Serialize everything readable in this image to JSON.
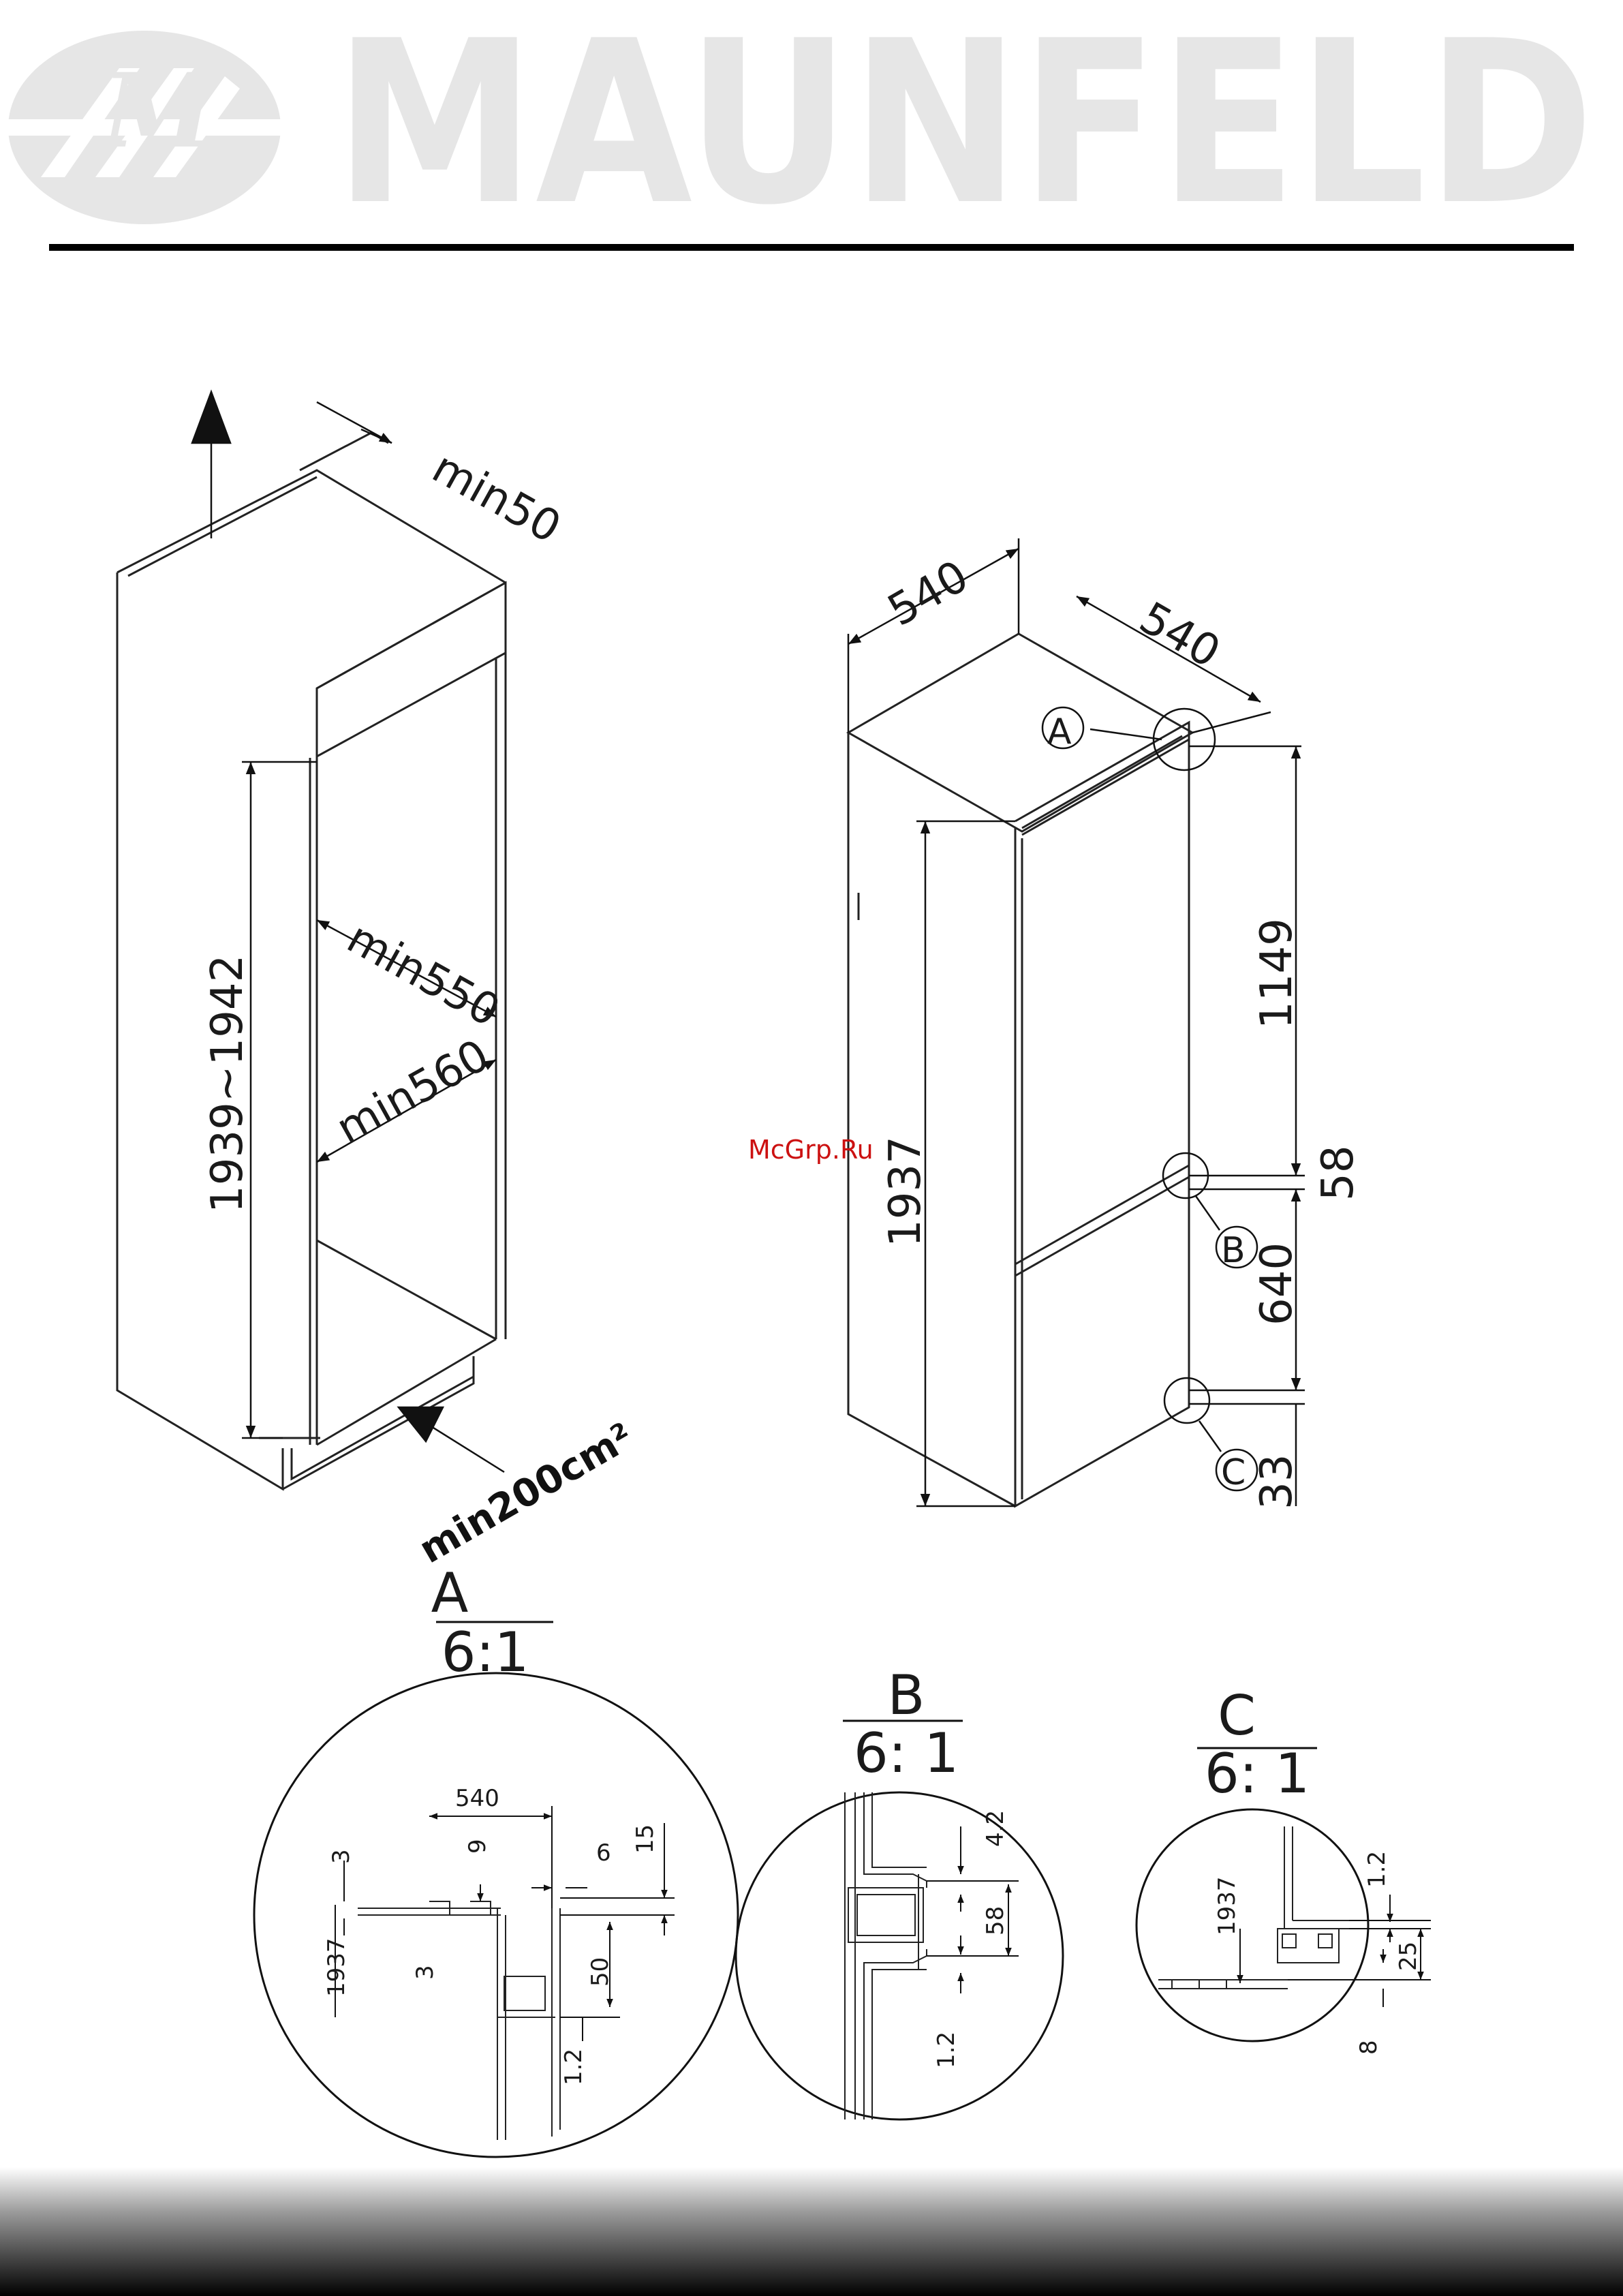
{
  "brand": {
    "name": "MAUNFELD",
    "logo_letters": "M"
  },
  "watermark": "McGrp.Ru",
  "niche": {
    "top_clearance": "min50",
    "depth_inner": "min550",
    "width": "min560",
    "height": "1939~1942",
    "ventilation": "min200cm²"
  },
  "appliance": {
    "width": "540",
    "depth": "540",
    "height": "1937",
    "upper_door": "1149",
    "gap": "58",
    "lower_door": "640",
    "bottom": "33",
    "markers": {
      "a": "A",
      "b": "B",
      "c": "C"
    }
  },
  "details": [
    {
      "label": "A",
      "scale": "6:1",
      "dims": {
        "d540": "540",
        "d9": "9",
        "d6": "6",
        "d15": "15",
        "d3a": "3",
        "d3b": "3",
        "d1937": "1937",
        "d50": "50",
        "d12": "1.2"
      }
    },
    {
      "label": "B",
      "scale": "6: 1",
      "dims": {
        "d42": "4.2",
        "d58": "58",
        "d12": "1.2"
      }
    },
    {
      "label": "C",
      "scale": "6: 1",
      "dims": {
        "d1937": "1937",
        "d12": "1.2",
        "d25": "25",
        "d8": "8"
      }
    }
  ]
}
